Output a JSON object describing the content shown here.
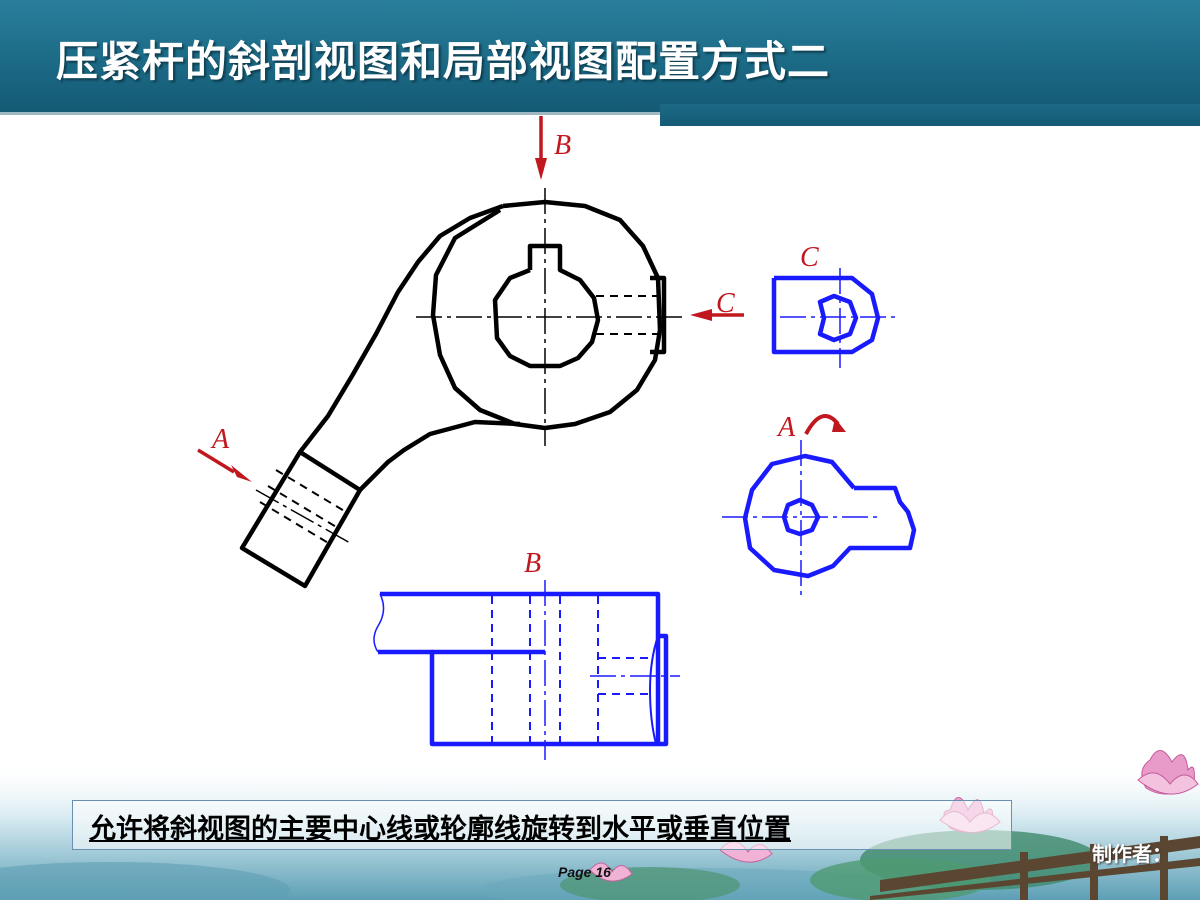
{
  "title": "压紧杆的斜剖视图和局部视图配置方式二",
  "caption": "允许将斜视图的主要中心线或轮廓线旋转到水平或垂直位置",
  "footer": {
    "page": "Page 16",
    "author": "制作者："
  },
  "view_labels": {
    "b_arrow": "B",
    "c_arrow": "C",
    "c_view": "C",
    "a_arrow": "A",
    "a_view": "A",
    "b_view": "B"
  },
  "colors": {
    "header": "#1c6a86",
    "outline_main": "#000000",
    "outline_views": "#1a1aff",
    "arrows": "#c0181e"
  }
}
